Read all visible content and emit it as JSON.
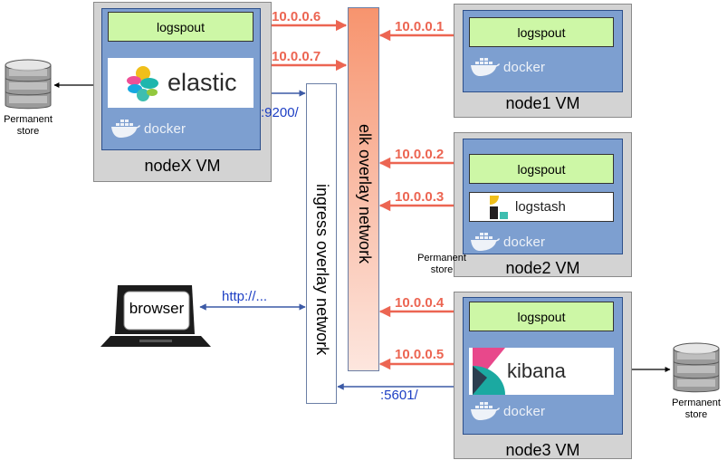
{
  "nodex": {
    "vm_label": "nodeX VM",
    "logspout": "logspout",
    "elastic": "elastic",
    "docker": "docker"
  },
  "node1": {
    "vm_label": "node1 VM",
    "logspout": "logspout",
    "docker": "docker"
  },
  "node2": {
    "vm_label": "node2 VM",
    "logspout": "logspout",
    "logstash": "logstash",
    "docker": "docker"
  },
  "node3": {
    "vm_label": "node3 VM",
    "logspout": "logspout",
    "kibana": "kibana",
    "docker": "docker"
  },
  "networks": {
    "elk": "elk overlay network",
    "ingress": "ingress overlay network"
  },
  "ips": {
    "ip1": "10.0.0.1",
    "ip2": "10.0.0.2",
    "ip3": "10.0.0.3",
    "ip4": "10.0.0.4",
    "ip5": "10.0.0.5",
    "ip6": "10.0.0.6",
    "ip7": "10.0.0.7"
  },
  "ports": {
    "p9200": ":9200/",
    "p5601": ":5601/",
    "http": "http://..."
  },
  "browser": "browser",
  "stores": {
    "left": [
      "Permanent",
      "store"
    ],
    "middle": [
      "Permanent",
      "store"
    ],
    "right": [
      "Permanent",
      "store"
    ]
  },
  "colors": {
    "vm_gray": "#d3d3d3",
    "vm_blue": "#7d9fd0",
    "logspout_green": "#cdf7a6",
    "ip_red": "#ec6552",
    "port_blue": "#1d3fc4",
    "elk_network_gradient": [
      "#f7946e",
      "#fde6de"
    ]
  }
}
